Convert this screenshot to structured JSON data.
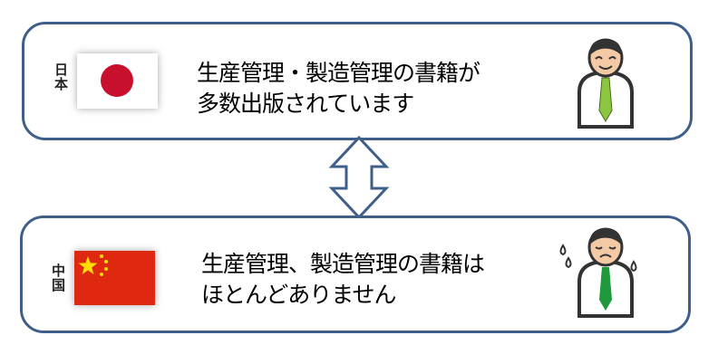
{
  "japan": {
    "country": "日本",
    "line1": "生産管理・製造管理の書籍が",
    "line2": "多数出版されています",
    "flag_color": "#c8102e",
    "tie_color": "#8cc63f"
  },
  "china": {
    "country": "中国",
    "line1": "生産管理、製造管理の書籍は",
    "line2": "ほとんどありません",
    "flag_color": "#de2910",
    "tie_color": "#1e9a3c"
  },
  "colors": {
    "border": "#3f5f8a"
  }
}
